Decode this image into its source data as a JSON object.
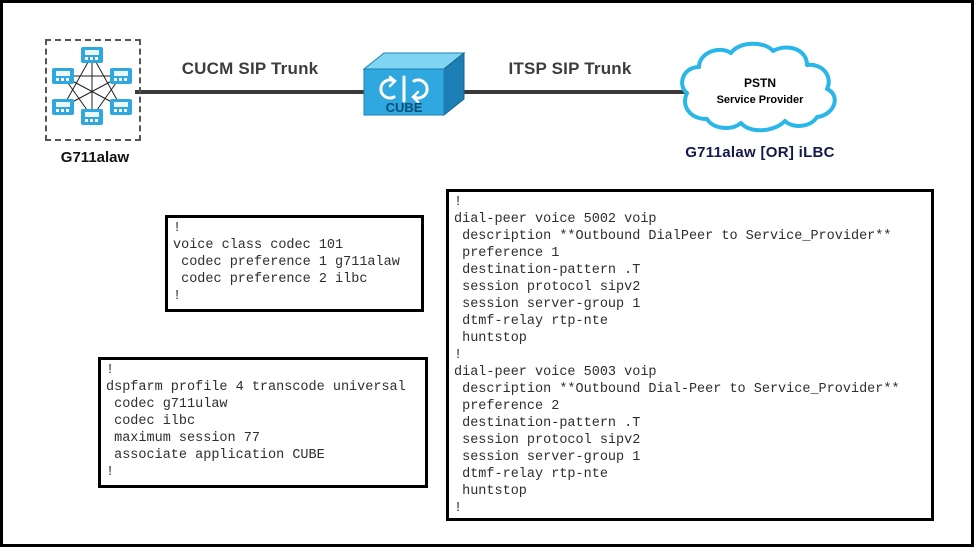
{
  "diagram": {
    "cucm_codec_label": "G711alaw",
    "left_trunk_label": "CUCM SIP Trunk",
    "right_trunk_label": "ITSP SIP Trunk",
    "cube_label": "CUBE",
    "cloud_line1": "PSTN",
    "cloud_line2": "Service Provider",
    "cloud_codec_label": "G711alaw  [OR]  iLBC"
  },
  "code_blocks": {
    "voice_class": "!\nvoice class codec 101\n codec preference 1 g711alaw\n codec preference 2 ilbc\n!",
    "dspfarm": "!\ndspfarm profile 4 transcode universal\n codec g711ulaw\n codec ilbc\n maximum session 77\n associate application CUBE\n!",
    "dial_peers": "!\ndial-peer voice 5002 voip\n description **Outbound DialPeer to Service_Provider**\n preference 1\n destination-pattern .T\n session protocol sipv2\n session server-group 1\n dtmf-relay rtp-nte\n huntstop\n!\ndial-peer voice 5003 voip\n description **Outbound Dial-Peer to Service_Provider**\n preference 2\n destination-pattern .T\n session protocol sipv2\n session server-group 1\n dtmf-relay rtp-nte\n huntstop\n!"
  },
  "colors": {
    "cisco_blue": "#2FA8E0",
    "cisco_blue_light": "#7FD4F2",
    "cisco_blue_dark": "#1B7FB5",
    "cloud_stroke": "#29B6E8",
    "code_text": "#2e2e2e"
  }
}
